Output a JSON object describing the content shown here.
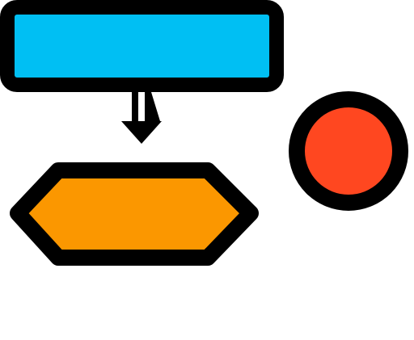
{
  "diagram": {
    "nodes": [
      {
        "id": "process",
        "shape": "rectangle",
        "fill": "#00bff3",
        "stroke": "#000000"
      },
      {
        "id": "preparation",
        "shape": "hexagon",
        "fill": "#fb9700",
        "stroke": "#000000"
      },
      {
        "id": "terminal",
        "shape": "circle",
        "fill": "#ff4720",
        "stroke": "#000000"
      }
    ],
    "edges": [
      {
        "from": "process",
        "to": "preparation",
        "style": "double-arrow",
        "color": "#000000"
      }
    ],
    "background": "#ffffff"
  }
}
